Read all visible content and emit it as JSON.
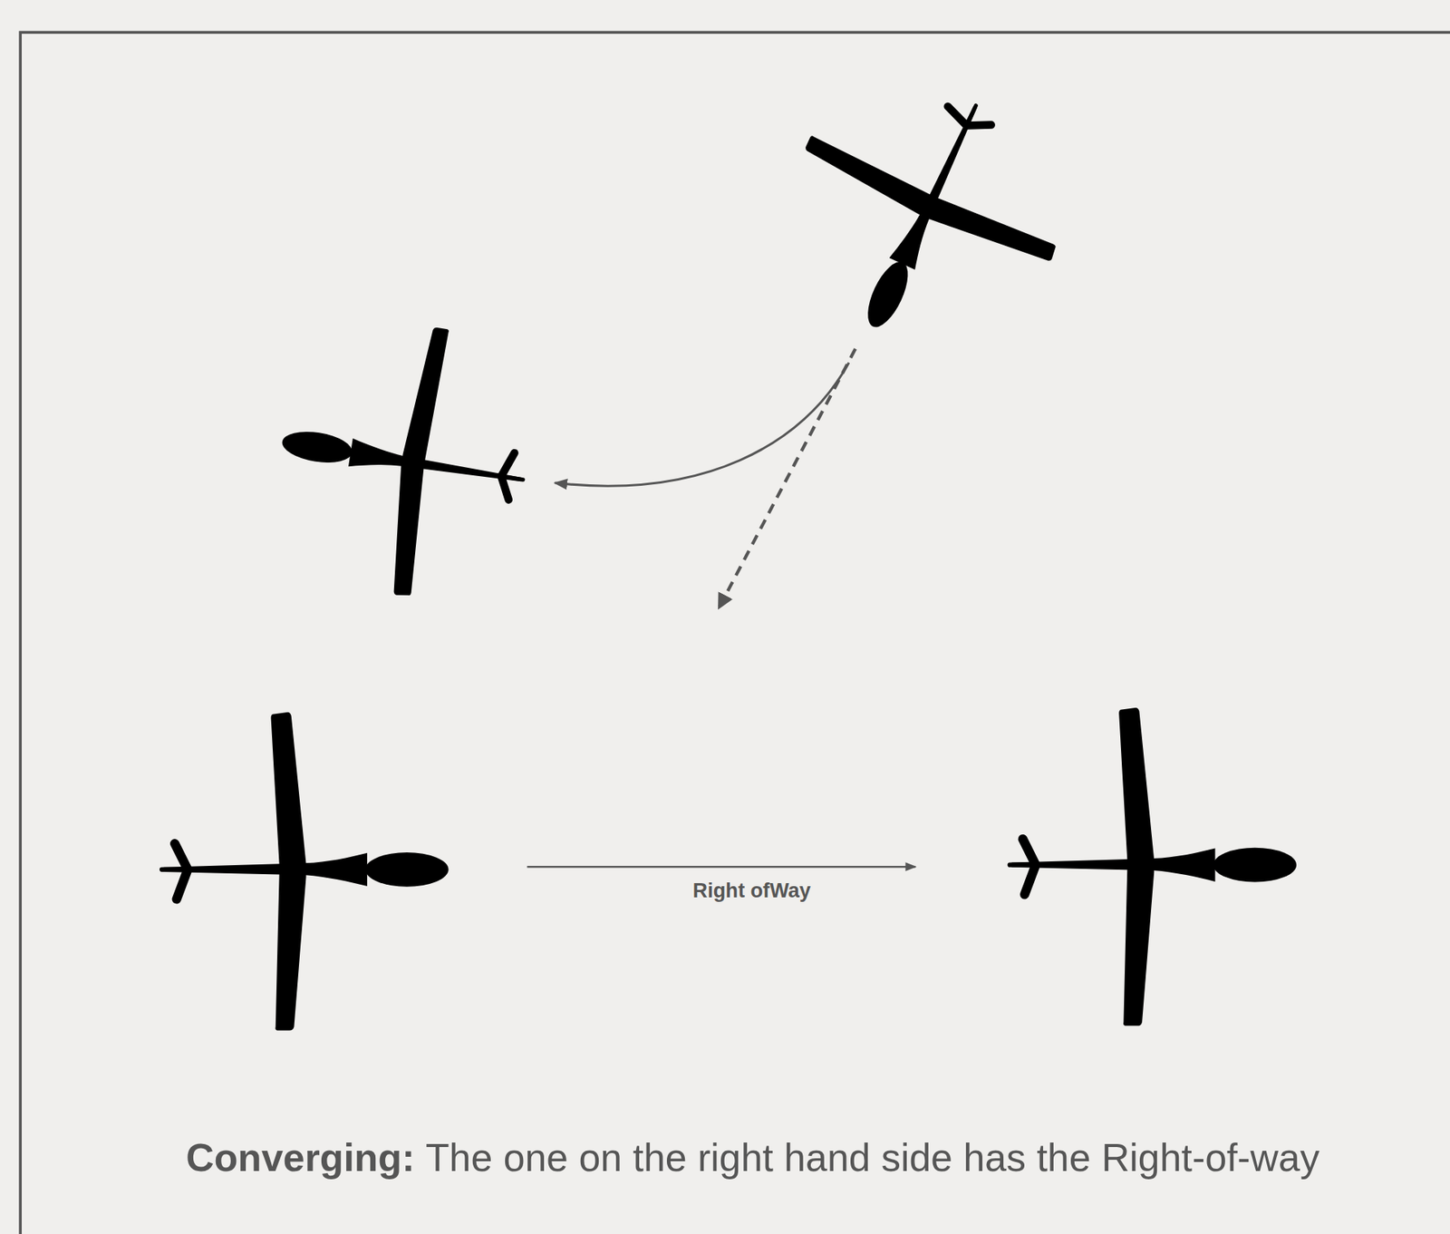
{
  "diagram": {
    "title": "Converging:",
    "caption": "The one on the right hand side has the Right-of-way",
    "labels": [
      "Right ofWay"
    ]
  }
}
